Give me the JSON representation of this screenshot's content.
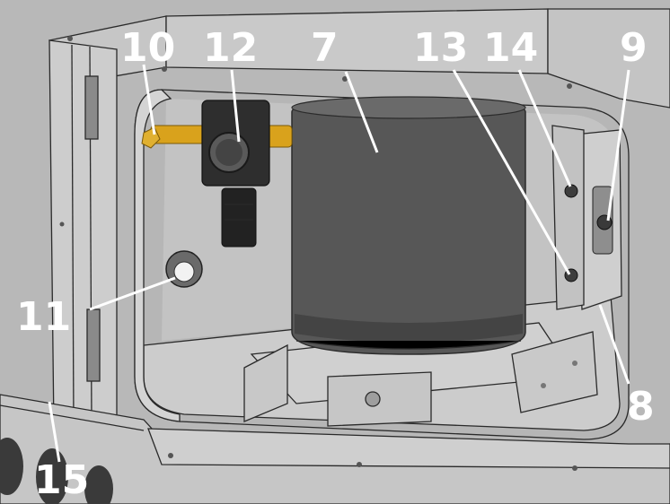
{
  "callouts": [
    {
      "id": "10",
      "text": "10"
    },
    {
      "id": "12",
      "text": "12"
    },
    {
      "id": "7",
      "text": "7"
    },
    {
      "id": "13",
      "text": "13"
    },
    {
      "id": "14",
      "text": "14"
    },
    {
      "id": "9",
      "text": "9"
    },
    {
      "id": "11",
      "text": "11"
    },
    {
      "id": "8",
      "text": "8"
    },
    {
      "id": "15",
      "text": "15"
    }
  ],
  "colors": {
    "background": "#b4b4b4",
    "panel_light": "#cfcfcf",
    "panel_mid": "#c2c2c2",
    "panel_dark": "#a9a9a9",
    "tank": "#545454",
    "tank_dark": "#3c3c3c",
    "brass": "#d9a21c",
    "regulator": "#2b2b2b",
    "label": "#ffffff"
  }
}
